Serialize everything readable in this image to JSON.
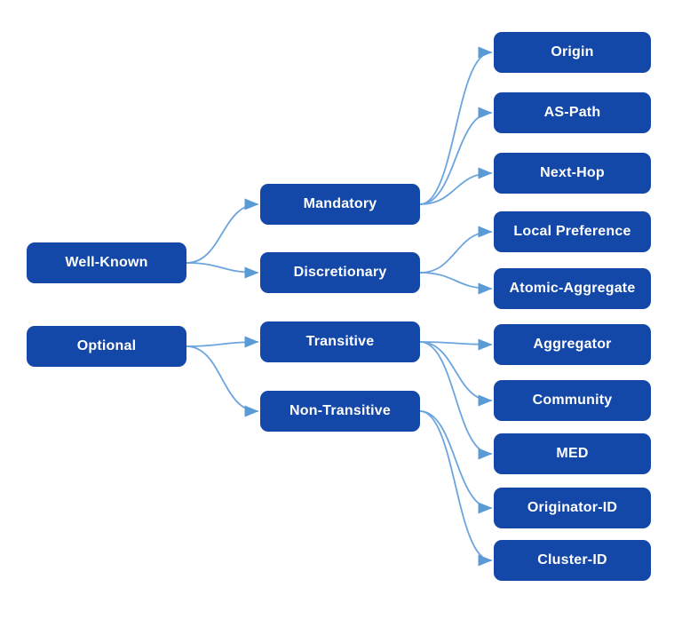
{
  "diagram": {
    "description": "BGP path attribute categories hierarchy",
    "colors": {
      "background": "#ffffff",
      "box_fill": "#1347a8",
      "box_text": "#ffffff",
      "arrow_line": "#6ca5de",
      "arrow_head": "#5b9bd5"
    },
    "nodes": {
      "well_known": {
        "label": "Well-Known"
      },
      "optional": {
        "label": "Optional"
      },
      "mandatory": {
        "label": "Mandatory"
      },
      "discretionary": {
        "label": "Discretionary"
      },
      "transitive": {
        "label": "Transitive"
      },
      "non_transitive": {
        "label": "Non-Transitive"
      },
      "origin": {
        "label": "Origin"
      },
      "as_path": {
        "label": "AS-Path"
      },
      "next_hop": {
        "label": "Next-Hop"
      },
      "local_preference": {
        "label": "Local Preference"
      },
      "atomic_aggregate": {
        "label": "Atomic-Aggregate"
      },
      "aggregator": {
        "label": "Aggregator"
      },
      "community": {
        "label": "Community"
      },
      "med": {
        "label": "MED"
      },
      "originator_id": {
        "label": "Originator-ID"
      },
      "cluster_id": {
        "label": "Cluster-ID"
      }
    },
    "edges": [
      {
        "from": "well_known",
        "to": "mandatory"
      },
      {
        "from": "well_known",
        "to": "discretionary"
      },
      {
        "from": "optional",
        "to": "transitive"
      },
      {
        "from": "optional",
        "to": "non_transitive"
      },
      {
        "from": "mandatory",
        "to": "origin"
      },
      {
        "from": "mandatory",
        "to": "as_path"
      },
      {
        "from": "mandatory",
        "to": "next_hop"
      },
      {
        "from": "discretionary",
        "to": "local_preference"
      },
      {
        "from": "discretionary",
        "to": "atomic_aggregate"
      },
      {
        "from": "transitive",
        "to": "aggregator"
      },
      {
        "from": "transitive",
        "to": "community"
      },
      {
        "from": "transitive",
        "to": "med"
      },
      {
        "from": "non_transitive",
        "to": "originator_id"
      },
      {
        "from": "non_transitive",
        "to": "cluster_id"
      }
    ]
  }
}
